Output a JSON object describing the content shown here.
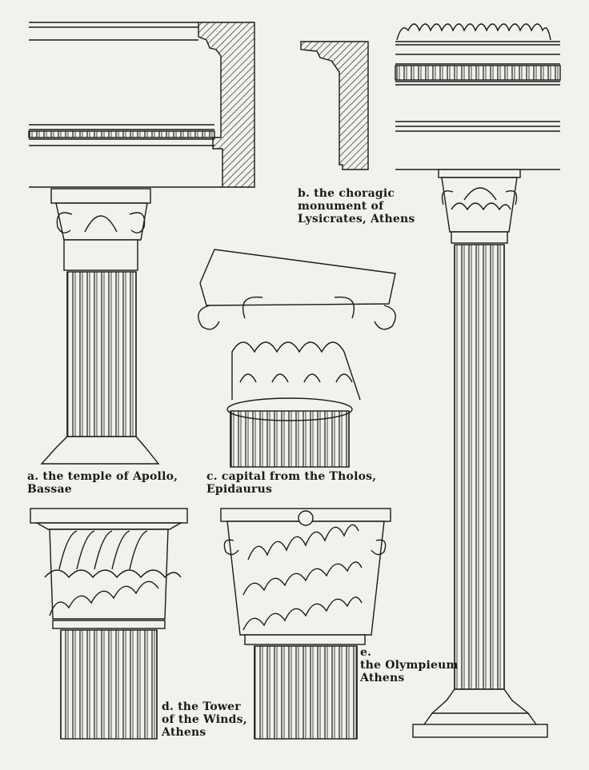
{
  "captions": {
    "a": {
      "line1": "a. the temple of Apollo,",
      "line2": "Bassae"
    },
    "b": {
      "line1": "b. the choragic",
      "line2": "monument of",
      "line3": "Lysicrates, Athens"
    },
    "c": {
      "line1": "c. capital from the Tholos,",
      "line2": "Epidaurus"
    },
    "d": {
      "line1": "d. the Tower",
      "line2": "of the Winds,",
      "line3": "Athens"
    },
    "e": {
      "line1": "e.",
      "line2": "the Olympieum",
      "line3": "Athens"
    }
  },
  "colors": {
    "ink": "#1a1a1a",
    "paper": "#f2f1ee",
    "hatch": "#444444"
  }
}
